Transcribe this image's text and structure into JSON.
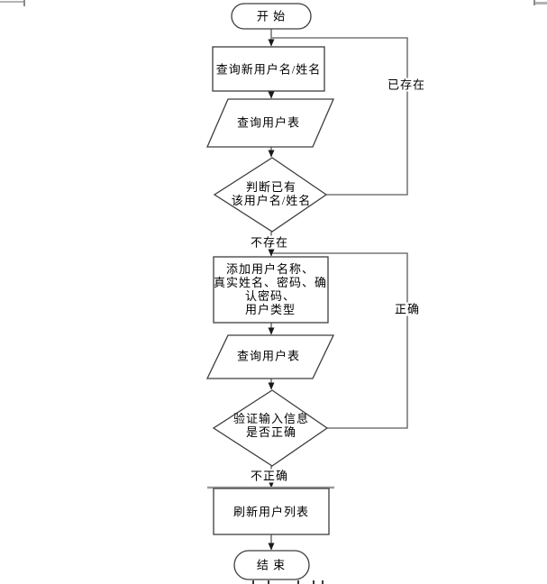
{
  "diagram": {
    "nodes": {
      "start": "开 始",
      "query_new_user": "查询新用户名/姓名",
      "query_user_table_1": "查询用户表",
      "check_exists": "判断已有\n该用户名/姓名",
      "add_user_info": "添加用户名称、\n真实姓名、密码、确\n认密码、\n用户类型",
      "query_user_table_2": "查询用户表",
      "verify_input": "验证输入信息\n是否正确",
      "refresh_user_list": "刷新用户列表",
      "end": "结 束"
    },
    "edge_labels": {
      "exists": "已存在",
      "not_exists": "不存在",
      "correct": "正确",
      "incorrect": "不正确"
    },
    "colors": {
      "shape_stroke": "#3d3d3d",
      "connector": "#4a4a4a",
      "text": "#000000",
      "background": "#ffffff",
      "artifact_gray": "#a9a9a9"
    }
  }
}
